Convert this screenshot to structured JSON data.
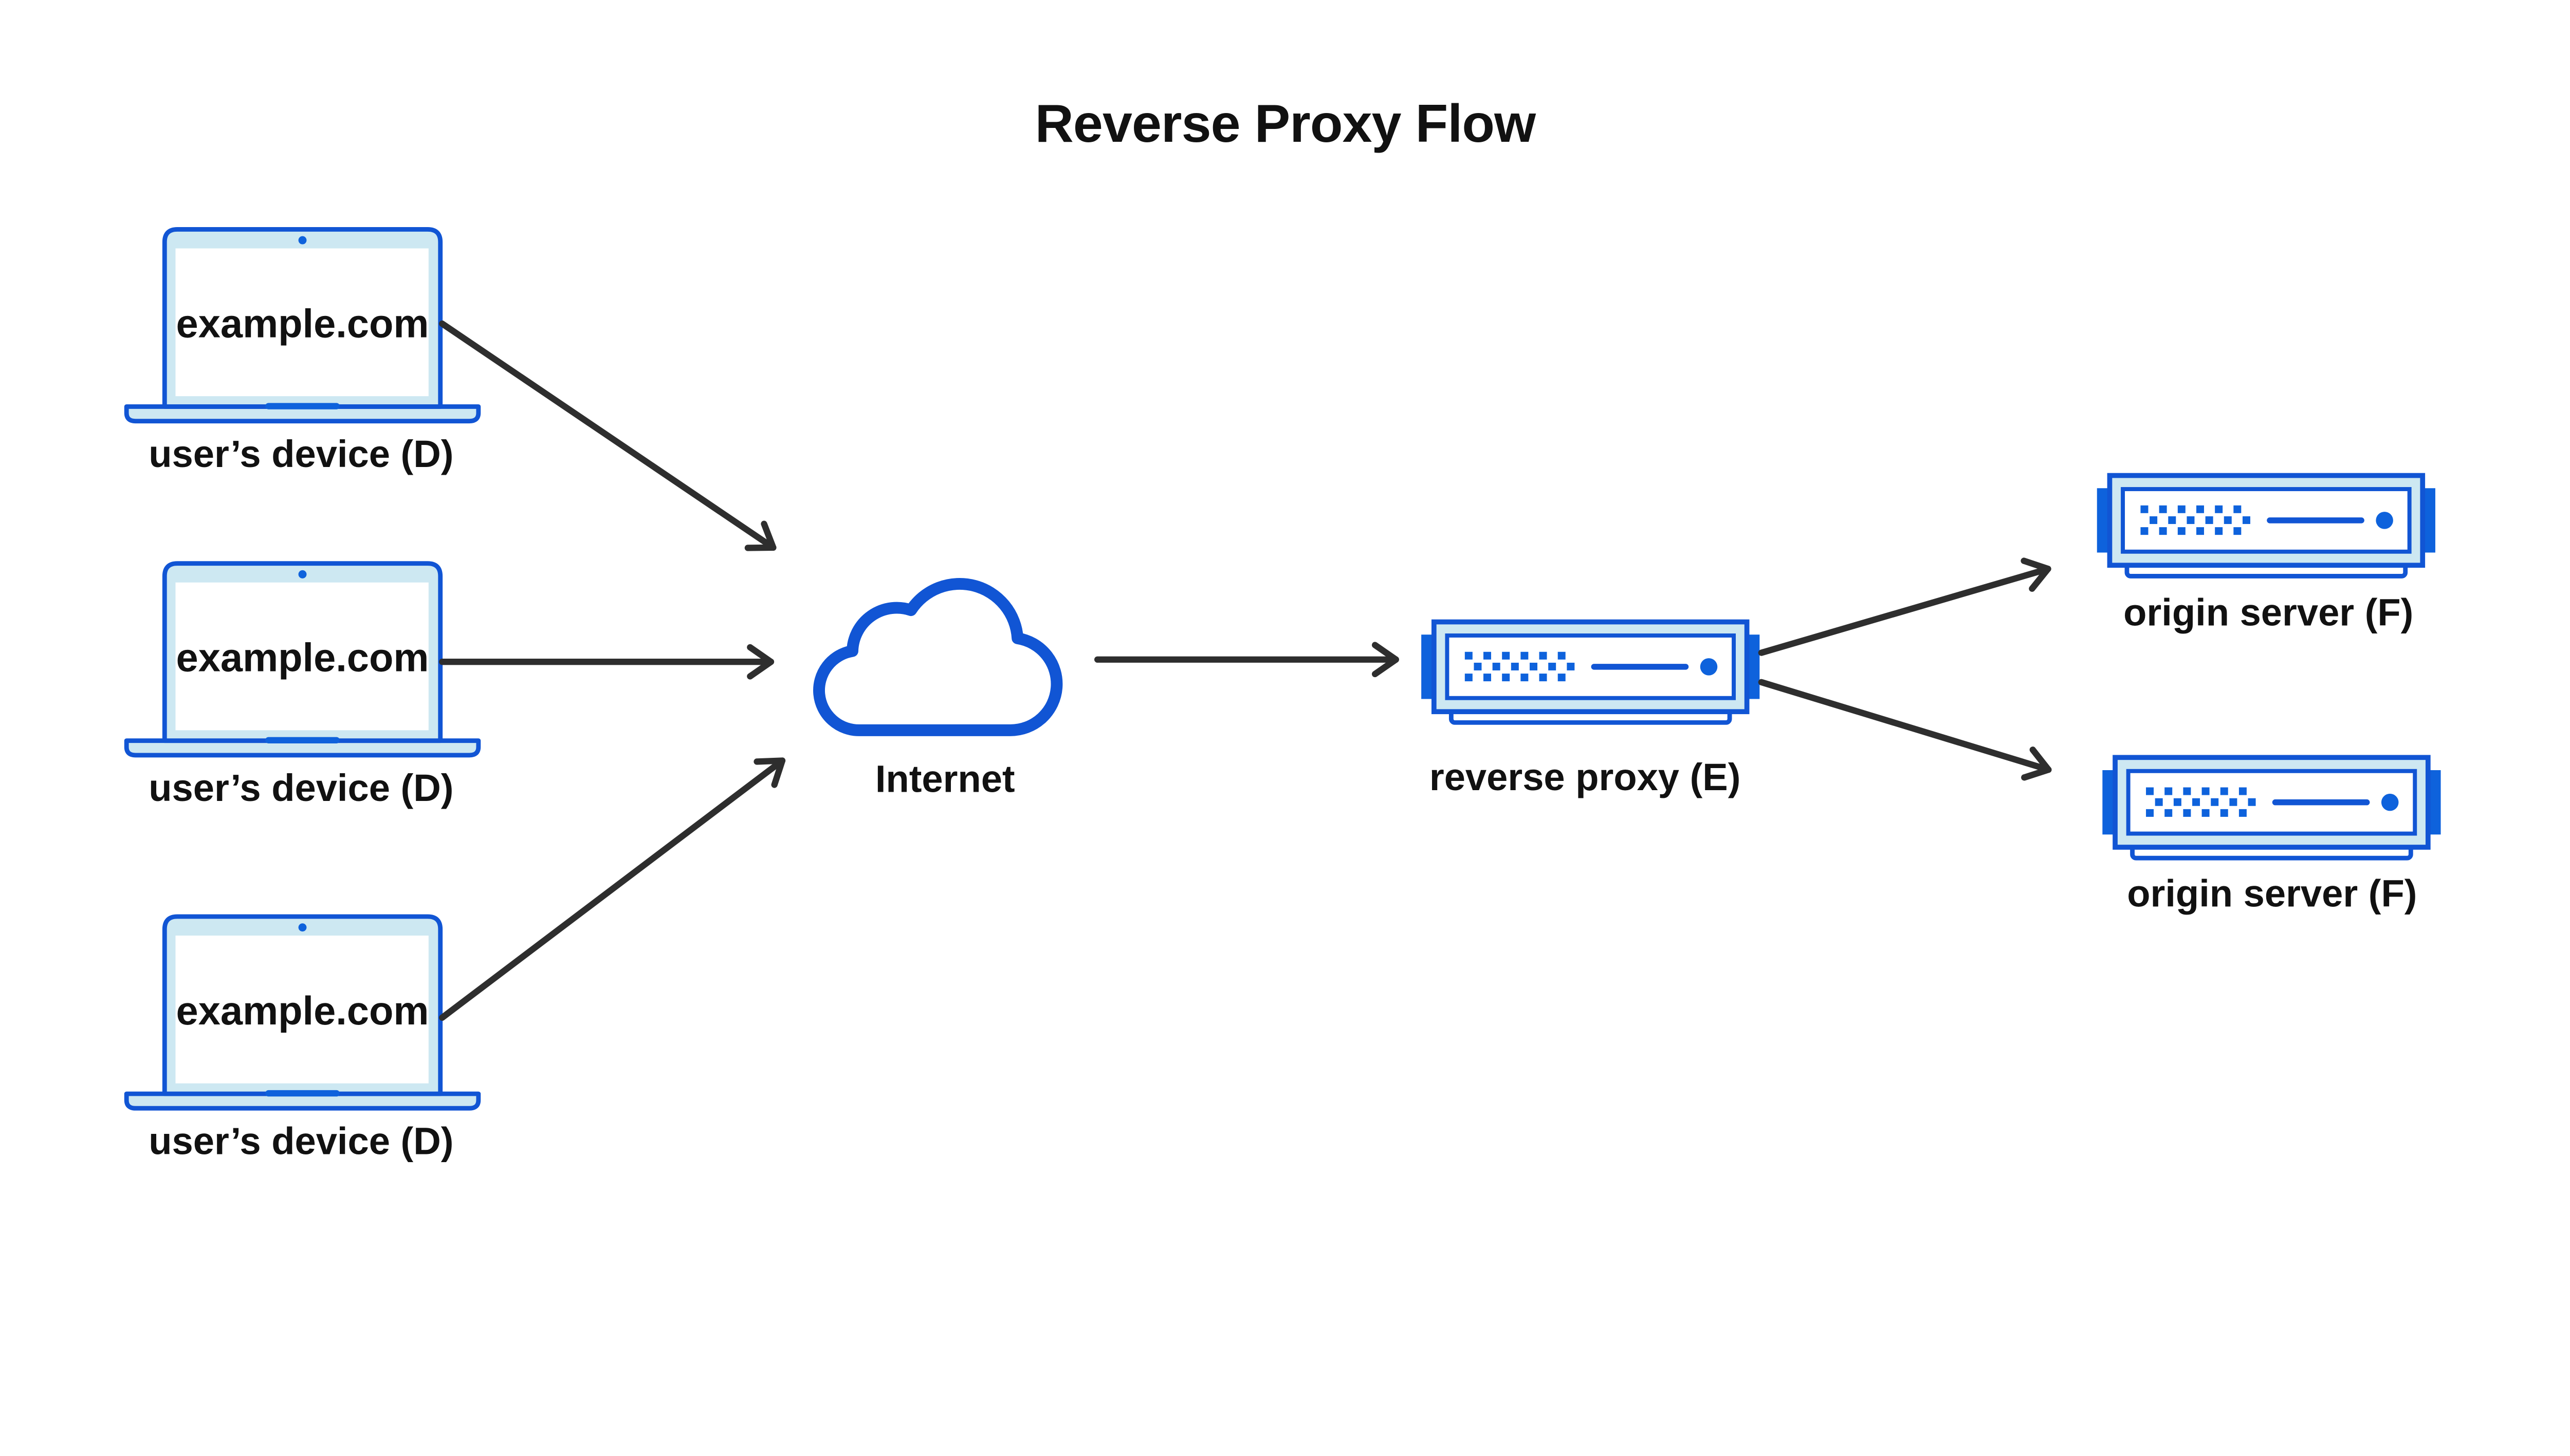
{
  "diagram": {
    "title": "Reverse Proxy Flow",
    "devices": [
      {
        "screen": "example.com",
        "label": "user’s device (D)"
      },
      {
        "screen": "example.com",
        "label": "user’s device (D)"
      },
      {
        "screen": "example.com",
        "label": "user’s device (D)"
      }
    ],
    "internet": {
      "label": "Internet"
    },
    "proxy": {
      "label": "reverse proxy (E)"
    },
    "origins": [
      {
        "label": "origin server (F)"
      },
      {
        "label": "origin server (F)"
      }
    ],
    "colors": {
      "primary_blue": "#1155D4",
      "accent_blue": "#0E62DC",
      "pale_blue": "#CDE8F2",
      "arrow_dark": "#2E2E2E",
      "text_black": "#111111",
      "background": "#FFFFFF"
    }
  }
}
